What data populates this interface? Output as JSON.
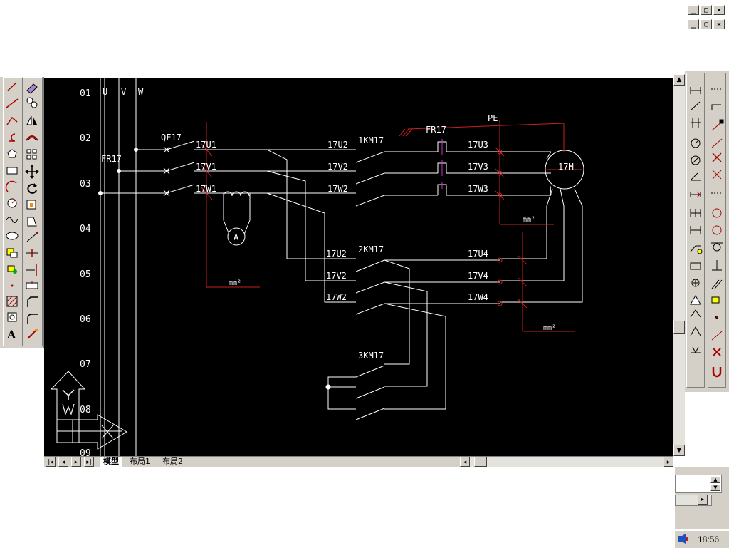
{
  "window_controls": {
    "app": [
      "_",
      "□",
      "×"
    ],
    "doc": [
      "_",
      "▢",
      "×"
    ]
  },
  "drawing": {
    "row_numbers": [
      "01",
      "02",
      "03",
      "04",
      "05",
      "06",
      "07",
      "08",
      "09"
    ],
    "bus_labels": [
      "U",
      "V",
      "W"
    ],
    "labels": {
      "qf": "QF17",
      "fr_left": "FR17",
      "fr_top": "FR17",
      "pe": "PE",
      "u1": "17U1",
      "v1": "17V1",
      "w1": "17W1",
      "u2a": "17U2",
      "v2a": "17V2",
      "w2a": "17W2",
      "u2b": "17U2",
      "v2b": "17V2",
      "w2b": "17W2",
      "km1": "1KM17",
      "km2": "2KM17",
      "km3": "3KM17",
      "u3": "17U3",
      "v3": "17V3",
      "w3": "17W3",
      "u4": "17U4",
      "v4": "17V4",
      "w4": "17W4",
      "motor": "17M",
      "ammeter": "A",
      "mm_a": "mm²",
      "mm_b": "mm²",
      "mm_c": "mm²"
    }
  },
  "tabs": [
    "模型",
    "布局1",
    "布局2"
  ],
  "clock": "18:56",
  "colors": {
    "canvas": "#000000",
    "line": "#ffffff",
    "red": "#c8201e",
    "magenta": "#cc33cc",
    "chrome": "#d4d0c8"
  }
}
